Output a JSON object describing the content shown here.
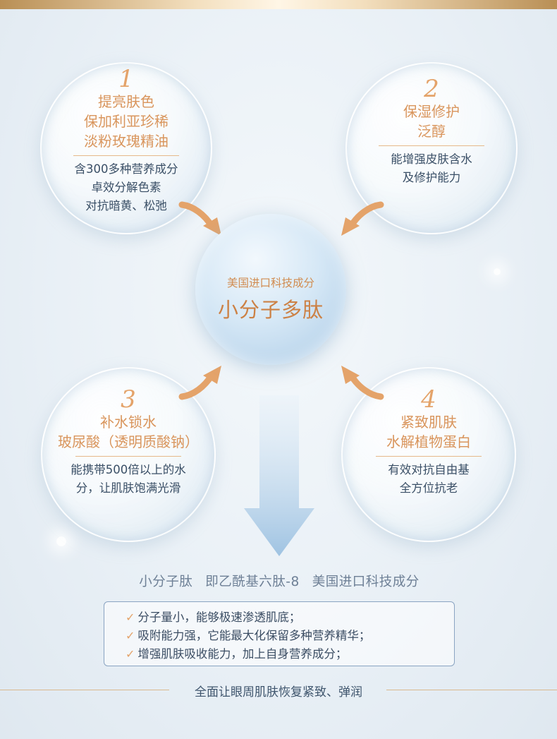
{
  "bubbles": [
    {
      "num": "1",
      "title": [
        "提亮肤色",
        "保加利亚珍稀",
        "淡粉玫瑰精油"
      ],
      "desc": [
        "含300多种营养成分",
        "卓效分解色素",
        "对抗暗黄、松弛"
      ]
    },
    {
      "num": "2",
      "title": [
        "保湿修护",
        "泛醇"
      ],
      "desc": [
        "能增强皮肤含水",
        "及修护能力"
      ]
    },
    {
      "num": "3",
      "title": [
        "补水锁水",
        "玻尿酸（透明质酸钠）"
      ],
      "desc": [
        "能携带500倍以上的水",
        "分，让肌肤饱满光滑"
      ]
    },
    {
      "num": "4",
      "title": [
        "紧致肌肤",
        "水解植物蛋白"
      ],
      "desc": [
        "有效对抗自由基",
        "全方位抗老"
      ]
    }
  ],
  "center": {
    "sub": "美国进口科技成分",
    "main": "小分子多肽"
  },
  "ingredient_line": [
    "小分子肽",
    "即乙酰基六肽-8",
    "美国进口科技成分"
  ],
  "benefits": [
    "分子量小，能够极速渗透肌底；",
    "吸附能力强，它能最大化保留多种营养精华；",
    "增强肌肤吸收能力，加上自身营养成分；"
  ],
  "footer": "全面让眼周肌肤恢复紧致、弹润",
  "colors": {
    "accent": "#d9955c",
    "text": "#3a4f66",
    "border": "#8aa4c2"
  }
}
